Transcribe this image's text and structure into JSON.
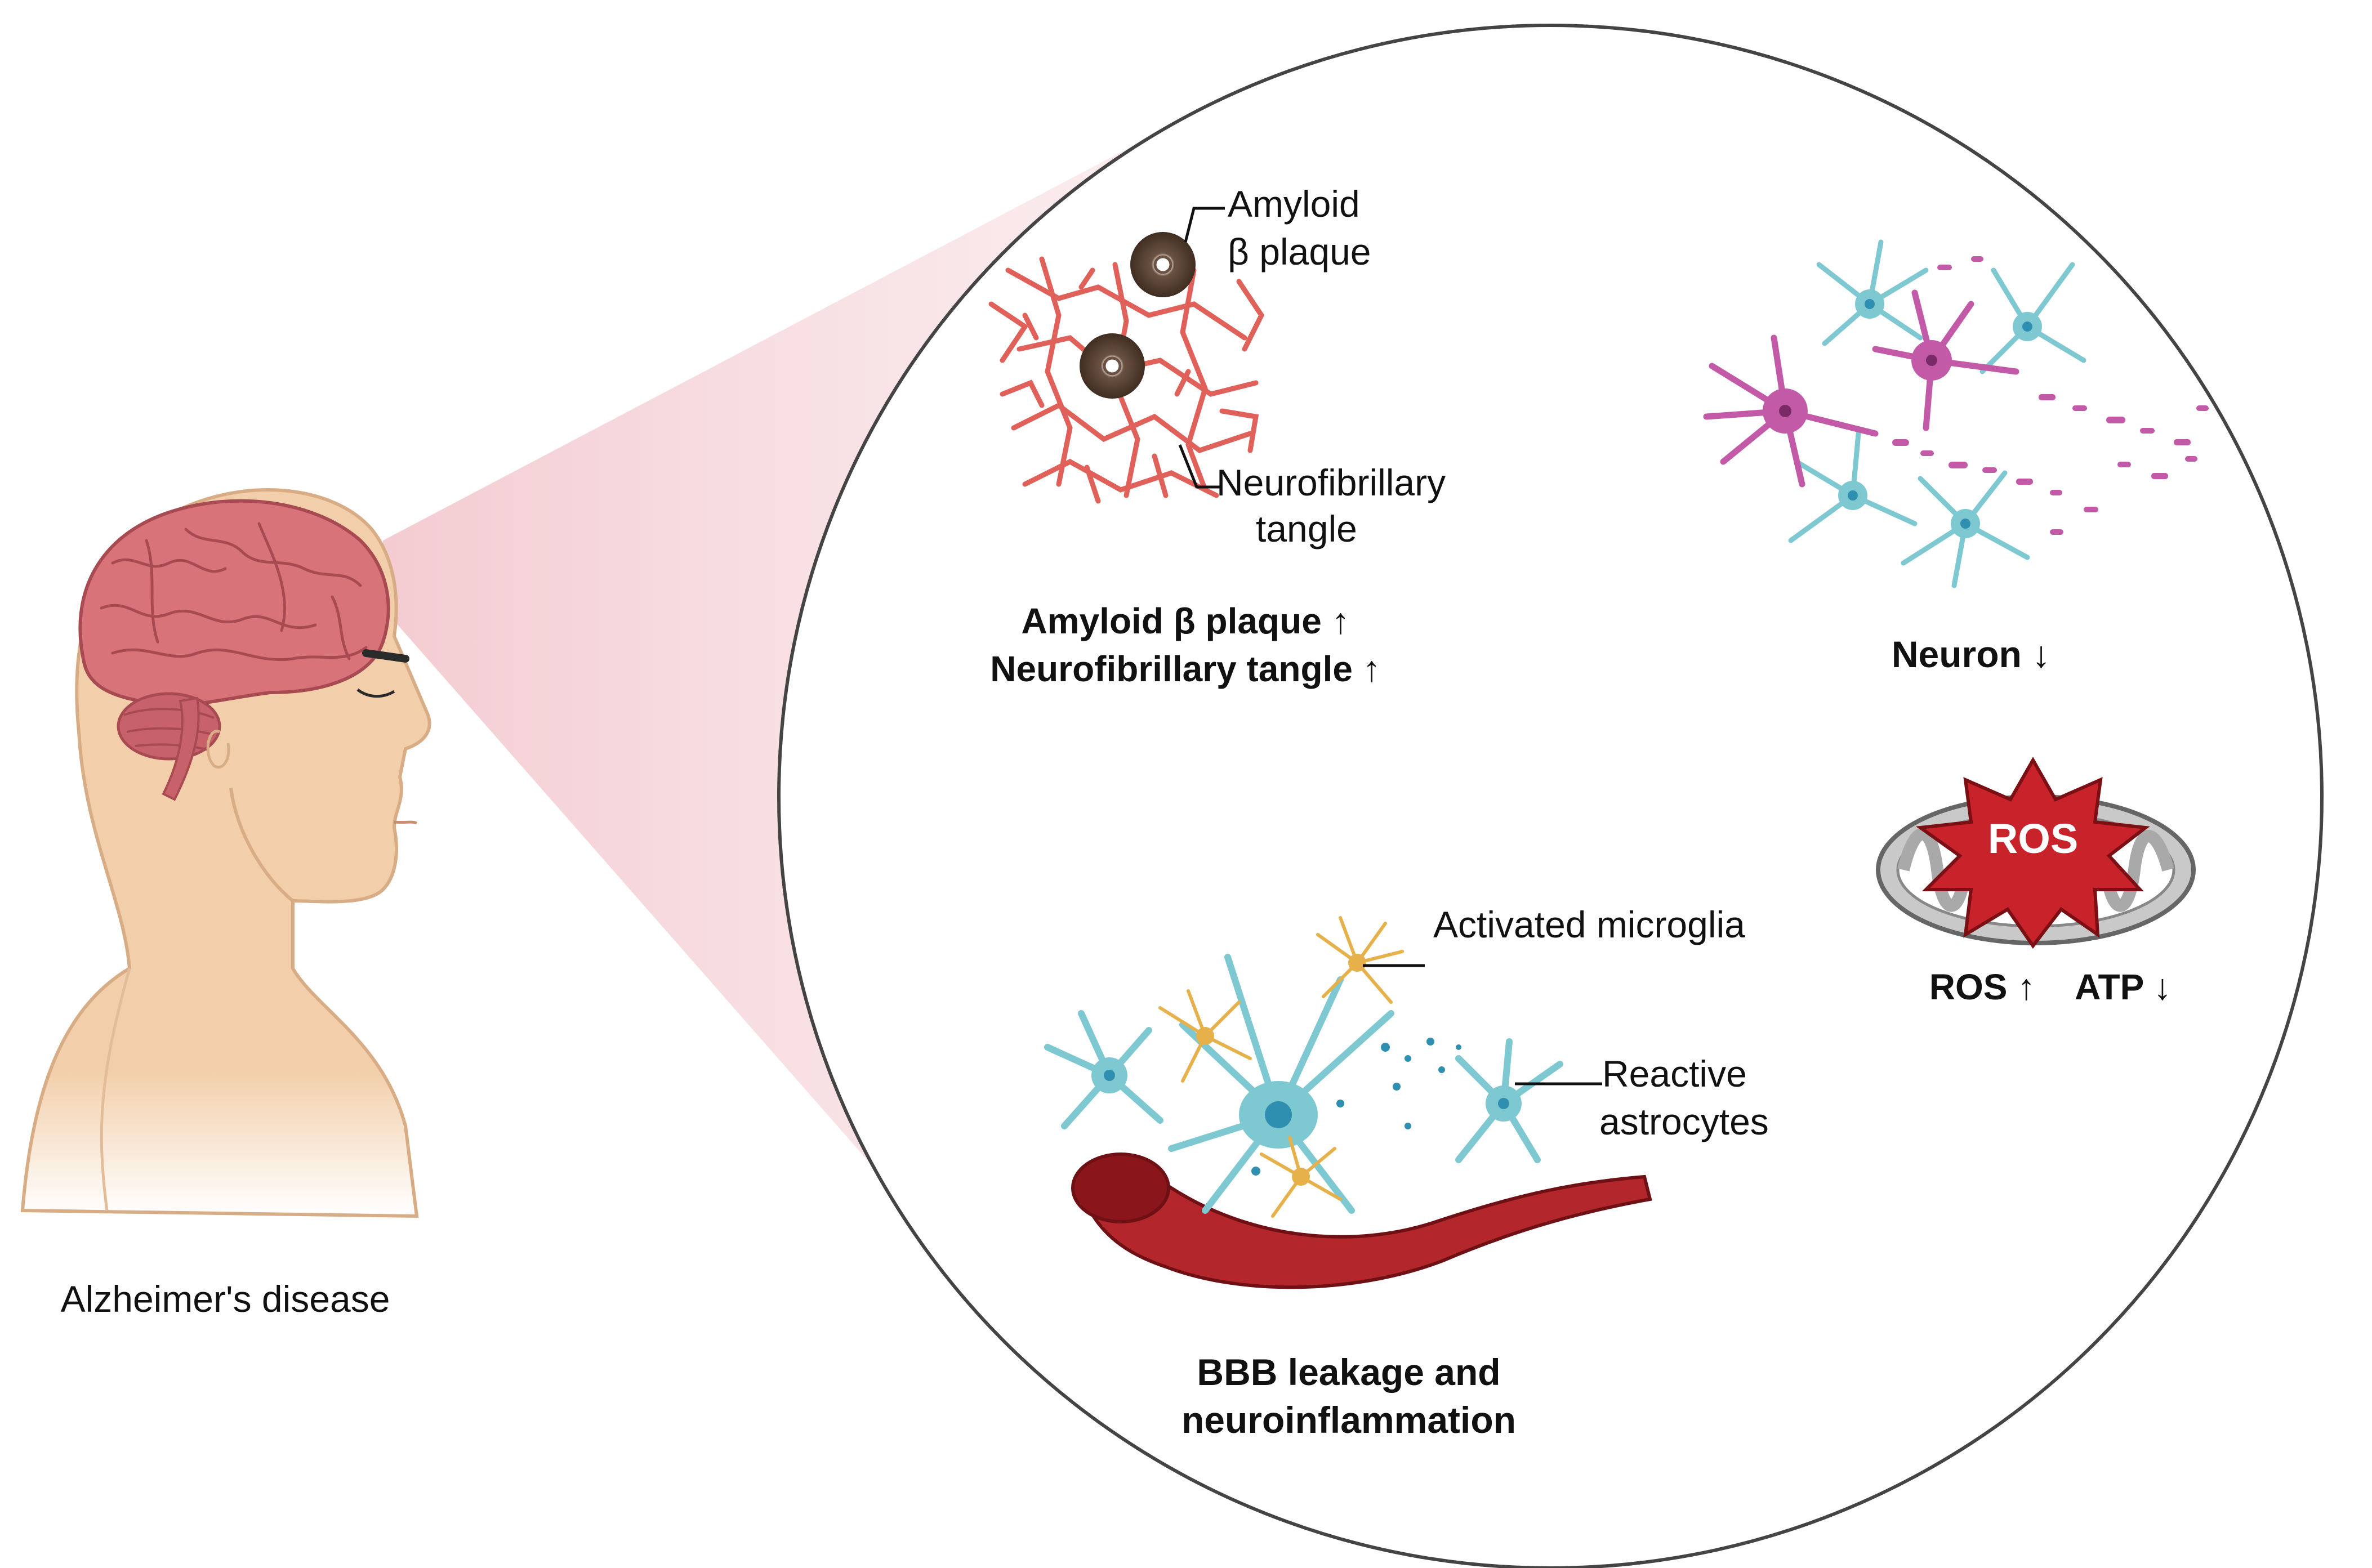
{
  "person": {
    "caption": "Alzheimer's disease"
  },
  "panels": {
    "plaque": {
      "callout_amyloid_line1": "Amyloid",
      "callout_amyloid_line2": "β plaque",
      "callout_tangle_line1": "Neurofibrillary",
      "callout_tangle_line2": "tangle",
      "summary_line1": "Amyloid β plaque ↑",
      "summary_line2": "Neurofibrillary tangle ↑"
    },
    "neuron": {
      "summary": "Neuron ↓"
    },
    "mitochondria": {
      "burst_label": "ROS",
      "summary_ros": "ROS ↑",
      "summary_atp": "ATP ↓"
    },
    "bbb": {
      "callout_microglia": "Activated microglia",
      "callout_astro_line1": "Reactive",
      "callout_astro_line2": "astrocytes",
      "summary_line1": "BBB leakage and",
      "summary_line2": "neuroinflammation"
    }
  },
  "colors": {
    "skin": "#f2cfaa",
    "brain": "#d9737a",
    "cone": "#f2c6cc",
    "tangle": "#e0605a",
    "neuron_magenta": "#c25aa8",
    "astrocyte_cyan": "#7ec8d2",
    "microglia_gold": "#e6b04a",
    "vessel": "#b3262c",
    "mito_gray": "#c9c9c9",
    "ros_red": "#c8222b"
  }
}
